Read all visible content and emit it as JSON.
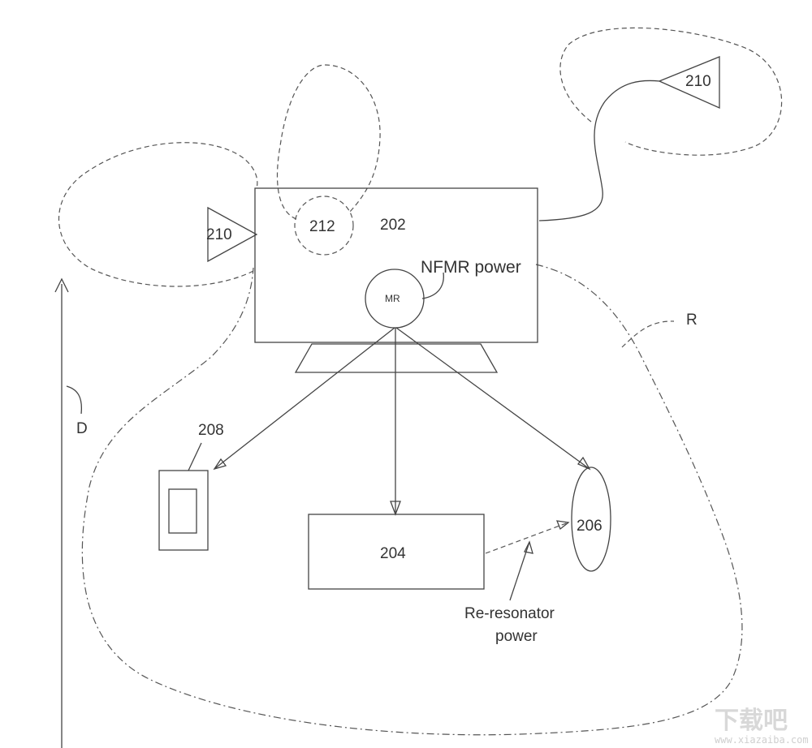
{
  "labels": {
    "main_unit": "202",
    "device_left_antenna": "210",
    "device_right_antenna": "210",
    "resonator_circle": "212",
    "nfmr_power": "NFMR power",
    "mr": "MR",
    "range": "R",
    "distance": "D",
    "device_208": "208",
    "device_204": "204",
    "device_206": "206",
    "re_resonator_line1": "Re-resonator",
    "re_resonator_line2": "power"
  },
  "watermark": {
    "glyphs": "下载吧",
    "url": "www.xiazaiba.com"
  }
}
